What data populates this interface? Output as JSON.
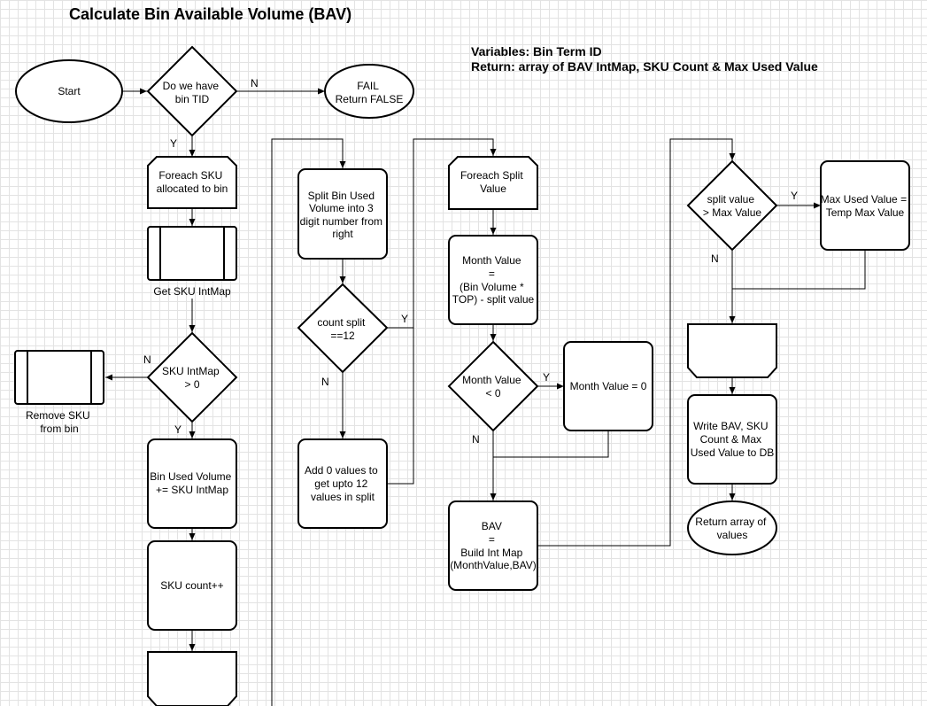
{
  "title": "Calculate Bin Available Volume (BAV)",
  "variables": {
    "line1": "Variables: Bin Term ID",
    "line2": "Return: array of BAV IntMap, SKU Count &  Max Used Value"
  },
  "nodes": {
    "start": [
      "Start"
    ],
    "have_tid": [
      "Do we have",
      "bin TID"
    ],
    "fail": [
      "FAIL",
      "Return FALSE"
    ],
    "foreach_sku": [
      "Foreach SKU",
      "allocated to bin"
    ],
    "get_sku_intmap": [
      "Get SKU IntMap"
    ],
    "sku_intmap_gt0": [
      "SKU IntMap",
      "> 0"
    ],
    "remove_sku": [
      "Remove SKU",
      "from bin"
    ],
    "bin_used_volume": [
      "Bin Used Volume",
      "+= SKU IntMap"
    ],
    "sku_count": [
      "SKU count++"
    ],
    "split_bin": [
      "Split Bin Used",
      "Volume into 3",
      "digit number from",
      "right"
    ],
    "count_split": [
      "count split",
      "==12"
    ],
    "add_zero": [
      "Add 0 values to",
      "get upto 12",
      "values in split"
    ],
    "foreach_split": [
      "Foreach Split",
      "Value"
    ],
    "month_value": [
      "Month Value",
      "=",
      "(Bin Volume *",
      "TOP) - split value"
    ],
    "month_lt0": [
      "Month Value",
      "< 0"
    ],
    "month_zero": [
      "Month Value = 0"
    ],
    "bav": [
      "BAV",
      "=",
      "Build Int Map",
      "(MonthValue,BAV)"
    ],
    "split_gt_max": [
      "split value",
      "> Max Value"
    ],
    "max_used": [
      "Max Used Value =",
      "Temp Max Value"
    ],
    "write_bav": [
      "Write BAV, SKU",
      "Count & Max",
      "Used Value to DB"
    ],
    "return_array": [
      "Return array of",
      "values"
    ]
  },
  "edge_labels": {
    "tid_no": "N",
    "tid_yes": "Y",
    "intmap_no": "N",
    "intmap_yes": "Y",
    "count_yes": "Y",
    "count_no": "N",
    "month_yes": "Y",
    "month_no": "N",
    "max_yes": "Y",
    "max_no": "N"
  }
}
